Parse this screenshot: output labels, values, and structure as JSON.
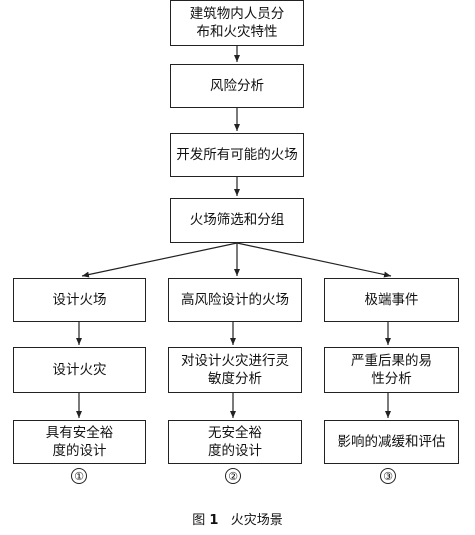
{
  "nodes": {
    "n1": "建筑物内人员分\n布和火灾特性",
    "n2": "风险分析",
    "n3": "开发所有可能的火场",
    "n4": "火场筛选和分组",
    "a1": "设计火场",
    "a2": "设计火灾",
    "a3": "具有安全裕\n度的设计",
    "b1": "高风险设计的火场",
    "b2": "对设计火灾进行灵\n敏度分析",
    "b3": "无安全裕\n度的设计",
    "c1": "极端事件",
    "c2": "严重后果的易\n性分析",
    "c3": "影响的减缓和评估"
  },
  "markers": [
    "①",
    "②",
    "③"
  ],
  "caption": {
    "prefix": "图",
    "number": "1",
    "title": "火灾场景"
  }
}
